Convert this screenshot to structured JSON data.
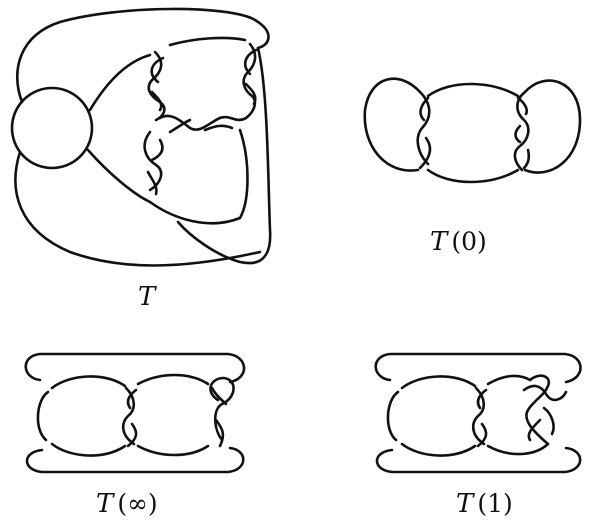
{
  "figure": {
    "stroke_color": "#111111",
    "background": "#ffffff"
  },
  "panels": [
    {
      "id": "T",
      "script": "T",
      "args": ""
    },
    {
      "id": "T0",
      "script": "T",
      "args": "(0)"
    },
    {
      "id": "Tinf",
      "script": "T",
      "args": "(∞)"
    },
    {
      "id": "T1",
      "script": "T",
      "args": "(1)"
    }
  ]
}
